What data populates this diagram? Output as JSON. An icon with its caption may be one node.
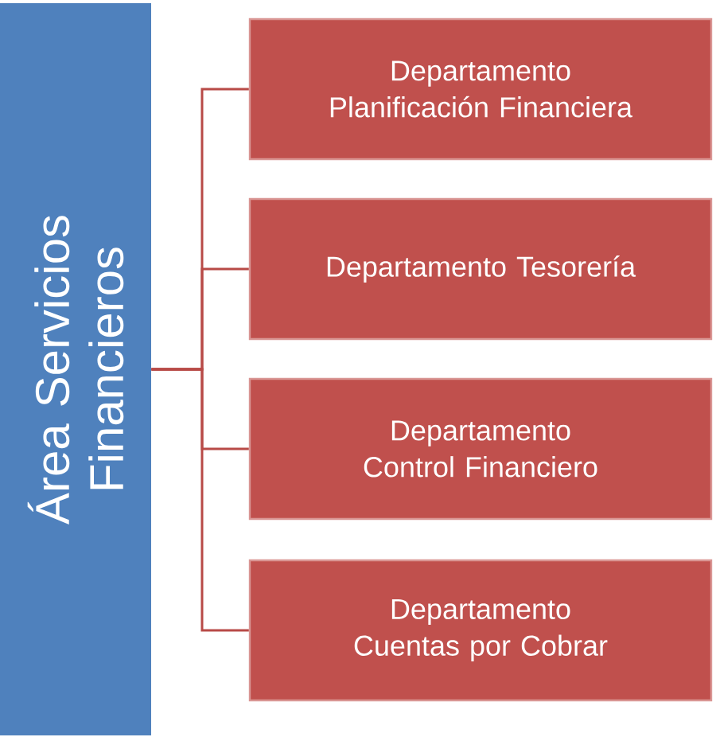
{
  "diagram": {
    "nodes": [
      {
        "text": [
          "Área Servicios Financieros"
        ]
      },
      {
        "text": [
          "Departamento Planificación Financiera"
        ]
      },
      {
        "text": [
          "Departamento Tesorería"
        ]
      },
      {
        "text": [
          "Departamento Control Financiero"
        ]
      },
      {
        "text": [
          "Departamento Cuentas por Cobrar"
        ]
      }
    ],
    "edges": [
      {
        "from": 0,
        "to": 1,
        "arrow": "none"
      },
      {
        "from": 0,
        "to": 2,
        "arrow": "none"
      },
      {
        "from": 0,
        "to": 3,
        "arrow": "none"
      },
      {
        "from": 0,
        "to": 4,
        "arrow": "none"
      }
    ]
  }
}
